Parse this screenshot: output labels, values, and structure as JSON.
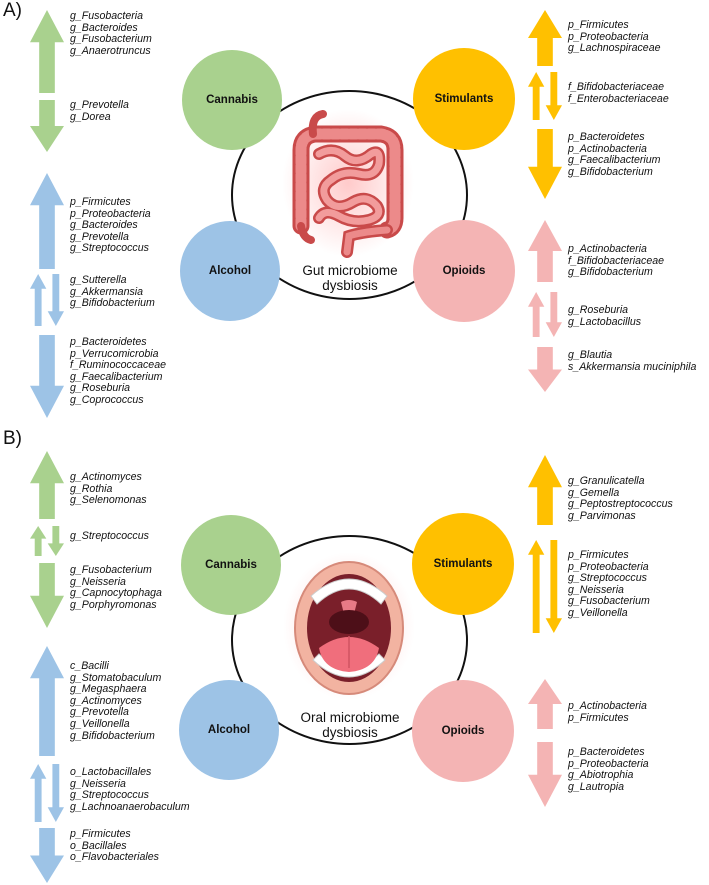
{
  "colors": {
    "cannabis": "#a9d18e",
    "stimulants": "#ffc000",
    "alcohol": "#9dc3e6",
    "opioids": "#f4b4b4"
  },
  "panels": [
    {
      "label": "A)",
      "center_line1": "Gut microbiome",
      "center_line2": "dysbiosis",
      "center_icon": "intestine-icon",
      "circles": {
        "cannabis": "Cannabis",
        "stimulants": "Stimulants",
        "alcohol": "Alcohol",
        "opioids": "Opioids"
      },
      "groups": [
        {
          "drug": "cannabis",
          "direction": "up",
          "taxa": [
            "g_Fusobacteria",
            "g_Bacteroides",
            "g_Fusobacterium",
            "g_Anaerotruncus"
          ]
        },
        {
          "drug": "cannabis",
          "direction": "down",
          "taxa": [
            "g_Prevotella",
            "g_Dorea"
          ]
        },
        {
          "drug": "alcohol",
          "direction": "up",
          "taxa": [
            "p_Firmicutes",
            "p_Proteobacteria",
            "g_Bacteroides",
            "g_Prevotella",
            "g_Streptococcus"
          ]
        },
        {
          "drug": "alcohol",
          "direction": "both",
          "taxa": [
            "g_Sutterella",
            "g_Akkermansia",
            "g_Bifidobacterium"
          ]
        },
        {
          "drug": "alcohol",
          "direction": "down",
          "taxa": [
            "p_Bacteroidetes",
            "p_Verrucomicrobia",
            "f_Ruminococcaceae",
            "g_Faecalibacterium",
            "g_Roseburia",
            "g_Coprococcus"
          ]
        },
        {
          "drug": "stimulants",
          "direction": "up",
          "taxa": [
            "p_Firmicutes",
            "p_Proteobacteria",
            "g_Lachnospiraceae"
          ]
        },
        {
          "drug": "stimulants",
          "direction": "both",
          "taxa": [
            "f_Bifidobacteriaceae",
            "f_Enterobacteriaceae"
          ]
        },
        {
          "drug": "stimulants",
          "direction": "down",
          "taxa": [
            "p_Bacteroidetes",
            "p_Actinobacteria",
            "g_Faecalibacterium",
            "g_Bifidobacterium"
          ]
        },
        {
          "drug": "opioids",
          "direction": "up",
          "taxa": [
            "p_Actinobacteria",
            "f_Bifidobacteriaceae",
            "g_Bifidobacterium"
          ]
        },
        {
          "drug": "opioids",
          "direction": "both",
          "taxa": [
            "g_Roseburia",
            "g_Lactobacillus"
          ]
        },
        {
          "drug": "opioids",
          "direction": "down",
          "taxa": [
            "g_Blautia",
            "s_Akkermansia muciniphila"
          ]
        }
      ]
    },
    {
      "label": "B)",
      "center_line1": "Oral microbiome",
      "center_line2": "dysbiosis",
      "center_icon": "open-mouth-icon",
      "circles": {
        "cannabis": "Cannabis",
        "stimulants": "Stimulants",
        "alcohol": "Alcohol",
        "opioids": "Opioids"
      },
      "groups": [
        {
          "drug": "cannabis",
          "direction": "up",
          "taxa": [
            "g_Actinomyces",
            "g_Rothia",
            "g_Selenomonas"
          ]
        },
        {
          "drug": "cannabis",
          "direction": "both",
          "taxa": [
            "g_Streptococcus"
          ]
        },
        {
          "drug": "cannabis",
          "direction": "down",
          "taxa": [
            "g_Fusobacterium",
            "g_Neisseria",
            "g_Capnocytophaga",
            "g_Porphyromonas"
          ]
        },
        {
          "drug": "alcohol",
          "direction": "up",
          "taxa": [
            "c_Bacilli",
            "g_Stomatobaculum",
            "g_Megasphaera",
            "g_Actinomyces",
            "g_Prevotella",
            "g_Veillonella",
            "g_Bifidobacterium"
          ]
        },
        {
          "drug": "alcohol",
          "direction": "both",
          "taxa": [
            "o_Lactobacillales",
            "g_Neisseria",
            "g_Streptococcus",
            "g_Lachnoanaerobaculum"
          ]
        },
        {
          "drug": "alcohol",
          "direction": "down",
          "taxa": [
            "p_Firmicutes",
            "o_Bacillales",
            "o_Flavobacteriales"
          ]
        },
        {
          "drug": "stimulants",
          "direction": "up",
          "taxa": [
            "g_Granulicatella",
            "g_Gemella",
            "g_Peptostreptococcus",
            "g_Parvimonas"
          ]
        },
        {
          "drug": "stimulants",
          "direction": "both",
          "taxa": [
            "p_Firmicutes",
            "p_Proteobacteria",
            "g_Streptococcus",
            "g_Neisseria",
            "g_Fusobacterium",
            "g_Veillonella"
          ]
        },
        {
          "drug": "opioids",
          "direction": "up",
          "taxa": [
            "p_Actinobacteria",
            "p_Firmicutes"
          ]
        },
        {
          "drug": "opioids",
          "direction": "down",
          "taxa": [
            "p_Bacteroidetes",
            "p_Proteobacteria",
            "g_Abiotrophia",
            "g_Lautropia"
          ]
        }
      ]
    }
  ]
}
